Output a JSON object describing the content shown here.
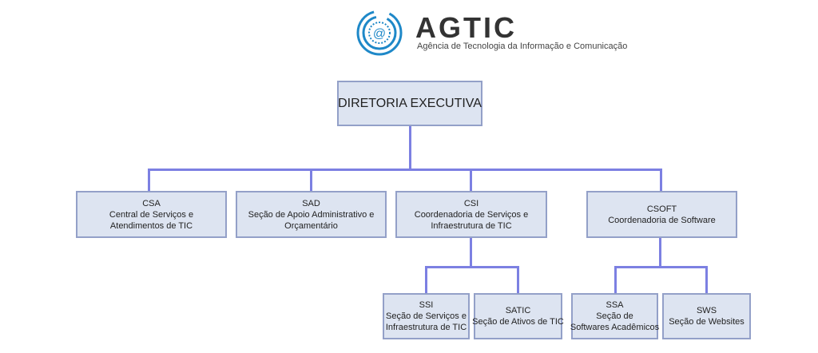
{
  "logo": {
    "name": "AGTIC",
    "subtitle": "Agência de Tecnologia da Informação e Comunicação",
    "color": "#1e88c8"
  },
  "root": {
    "label": "DIRETORIA EXECUTIVA"
  },
  "level1": [
    {
      "code": "CSA",
      "lines": [
        "Central de Serviços e",
        "Atendimentos de TIC"
      ]
    },
    {
      "code": "SAD",
      "lines": [
        "Seção de Apoio Administrativo e",
        "Orçamentário"
      ]
    },
    {
      "code": "CSI",
      "lines": [
        "Coordenadoria de Serviços e",
        "Infraestrutura  de TIC"
      ]
    },
    {
      "code": "CSOFT",
      "lines": [
        "Coordenadoria de Software"
      ]
    }
  ],
  "level2": [
    {
      "code": "SSI",
      "lines": [
        "Seção de Serviços e",
        "Infraestrutura  de TIC"
      ]
    },
    {
      "code": "SATIC",
      "lines": [
        "Seção de Ativos de TIC"
      ]
    },
    {
      "code": "SSA",
      "lines": [
        "Seção de",
        "Softwares Acadêmicos"
      ]
    },
    {
      "code": "SWS",
      "lines": [
        "Seção de Websites"
      ]
    }
  ]
}
